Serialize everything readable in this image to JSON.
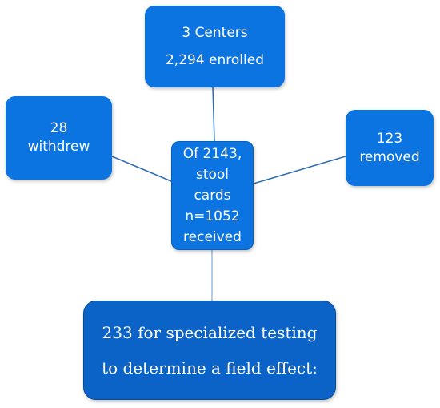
{
  "nodes": {
    "top": {
      "line1": "3 Centers",
      "line2": "2,294 enrolled"
    },
    "left": {
      "line1": "28",
      "line2": "withdrew"
    },
    "right": {
      "line1": "123",
      "line2": "removed"
    },
    "center": {
      "line1": "Of 2143,",
      "line2": "stool",
      "line3": "cards",
      "line4": "n=1052",
      "line5": "received"
    },
    "bottom": {
      "line1": "233 for specialized testing",
      "line2": "to determine a field effect:"
    }
  },
  "colors": {
    "node_fill": "#0b74e0",
    "bottom_fill": "#0b63c7",
    "connector": "#2e6db4",
    "text": "#ffffff"
  }
}
